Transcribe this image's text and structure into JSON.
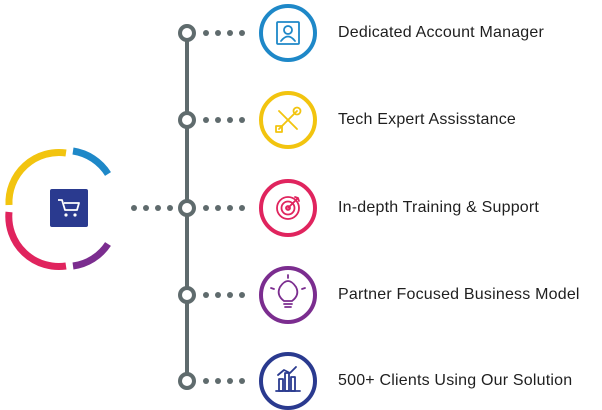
{
  "hub": {
    "icon": "shopping-cart-icon",
    "color": "#2a3a8f"
  },
  "ring_colors": [
    "#f2c40f",
    "#1e88c8",
    "#7b2d8f",
    "#e0245e"
  ],
  "features": [
    {
      "label": "Dedicated Account Manager",
      "icon": "account-manager-icon",
      "color": "#1e88c8"
    },
    {
      "label": "Tech Expert Assisstance",
      "icon": "tools-icon",
      "color": "#f2c40f"
    },
    {
      "label": "In-depth Training & Support",
      "icon": "target-icon",
      "color": "#e0245e"
    },
    {
      "label": "Partner Focused Business Model",
      "icon": "lightbulb-icon",
      "color": "#7b2d8f"
    },
    {
      "label": "500+ Clients Using Our Solution",
      "icon": "bar-chart-icon",
      "color": "#2a3a8f"
    }
  ],
  "connector_color": "#5f6b6d"
}
